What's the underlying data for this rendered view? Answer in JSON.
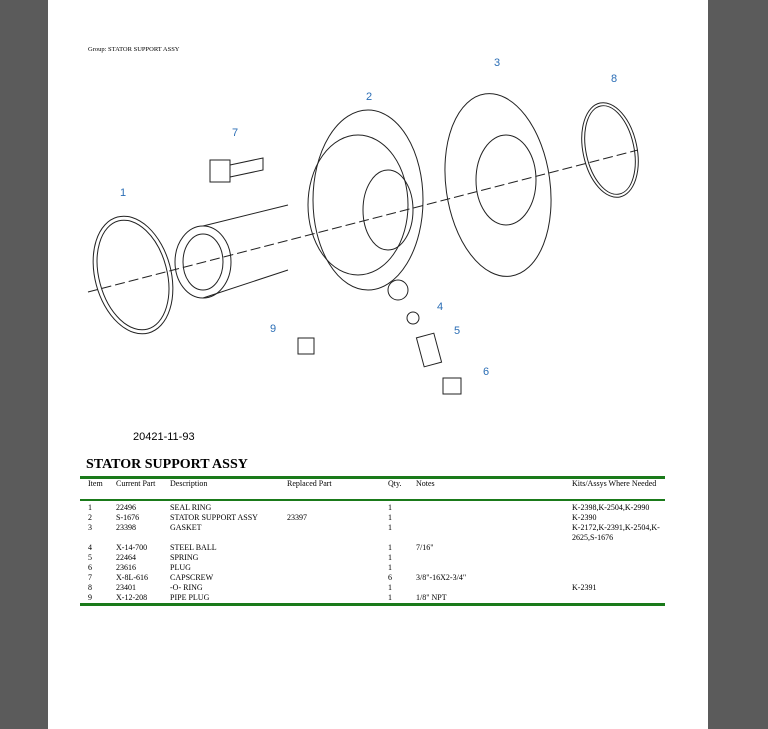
{
  "group_label": "Group: STATOR SUPPORT ASSY",
  "callouts": [
    "1",
    "2",
    "3",
    "4",
    "5",
    "6",
    "7",
    "8",
    "9"
  ],
  "drawing_number": "20421-11-93",
  "title": "STATOR SUPPORT ASSY",
  "table": {
    "headers": [
      "Item",
      "Current Part",
      "Description",
      "Replaced Part",
      "Qty.",
      "Notes",
      "Kits/Assys Where Needed"
    ],
    "rows": [
      [
        "1",
        "22496",
        "SEAL RING",
        "",
        "1",
        "",
        "K-2398,K-2504,K-2990"
      ],
      [
        "2",
        "S-1676",
        "STATOR SUPPORT ASSY",
        "23397",
        "1",
        "",
        "K-2390"
      ],
      [
        "3",
        "23398",
        "GASKET",
        "",
        "1",
        "",
        "K-2172,K-2391,K-2504,K-2625,S-1676"
      ],
      [
        "4",
        "X-14-700",
        "STEEL BALL",
        "",
        "1",
        "7/16\"",
        ""
      ],
      [
        "5",
        "22464",
        "SPRING",
        "",
        "1",
        "",
        ""
      ],
      [
        "6",
        "23616",
        "PLUG",
        "",
        "1",
        "",
        ""
      ],
      [
        "7",
        "X-8L-616",
        "CAPSCREW",
        "",
        "6",
        "3/8\"-16X2-3/4\"",
        ""
      ],
      [
        "8",
        "23401",
        "-O- RING",
        "",
        "1",
        "",
        "K-2391"
      ],
      [
        "9",
        "X-12-208",
        "PIPE PLUG",
        "",
        "1",
        "1/8\" NPT",
        ""
      ]
    ]
  },
  "colors": {
    "rule": "#1a7a1a",
    "callout": "#2a6db5",
    "background": "#5b5b5b"
  }
}
